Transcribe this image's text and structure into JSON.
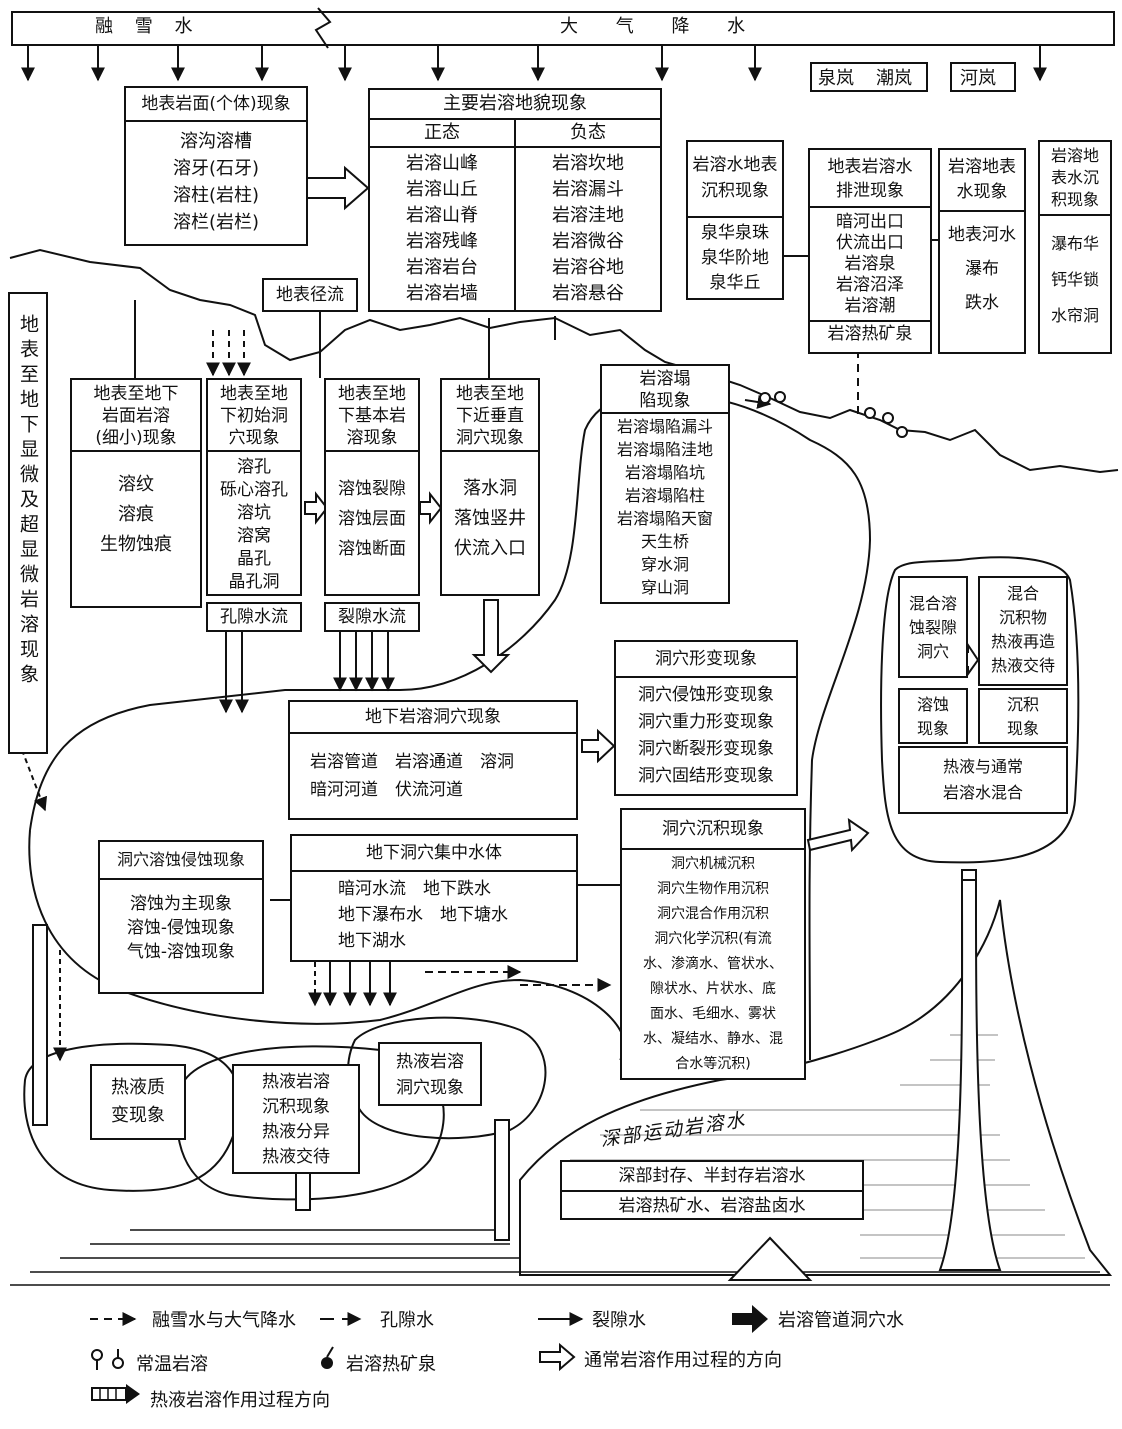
{
  "top_bar": {
    "left": "融 雪 水",
    "right": "大 气 降 水"
  },
  "tides": {
    "spring_tide": "泉岚",
    "tidal_tide": "潮岚",
    "river_tide": "河岚"
  },
  "surface_rock": {
    "title": "地表岩面(个体)现象",
    "items": [
      "溶沟溶槽",
      "溶牙(石牙)",
      "溶柱(岩柱)",
      "溶栏(岩栏)"
    ]
  },
  "landform": {
    "title": "主要岩溶地貌现象",
    "positive": {
      "title": "正态",
      "items": [
        "岩溶山峰",
        "岩溶山丘",
        "岩溶山脊",
        "岩溶残峰",
        "岩溶岩台",
        "岩溶岩墙"
      ]
    },
    "negative": {
      "title": "负态",
      "items": [
        "岩溶坎地",
        "岩溶漏斗",
        "岩溶洼地",
        "岩溶微谷",
        "岩溶谷地",
        "岩溶悬谷"
      ]
    }
  },
  "surface_sediment": {
    "title": "岩溶水地表\n沉积现象",
    "items": [
      "泉华泉珠",
      "泉华阶地",
      "泉华丘"
    ]
  },
  "drainage": {
    "title": "地表岩溶水\n排泄现象",
    "items": [
      "暗河出口",
      "伏流出口",
      "岩溶泉",
      "岩溶沼泽",
      "岩溶潮"
    ],
    "thermal": "岩溶热矿泉"
  },
  "surface_water": {
    "title": "岩溶地表\n水现象",
    "items": [
      "地表河水",
      "瀑布",
      "跌水"
    ]
  },
  "surface_water_sediment": {
    "title": "岩溶地\n表水沉\n积现象",
    "items": [
      "瀑布华",
      "钙华锁",
      "水帘洞"
    ]
  },
  "runoff": "地表径流",
  "vertical_label": "地表至地下显微及超显微岩溶现象",
  "micro": {
    "title": "地表至地下\n岩面岩溶\n(细小)现象",
    "items": [
      "溶纹",
      "溶痕",
      "生物蚀痕"
    ]
  },
  "initial": {
    "title": "地表至地\n下初始洞\n穴现象",
    "items": [
      "溶孔",
      "砾心溶孔",
      "溶坑",
      "溶窝",
      "晶孔",
      "晶孔洞"
    ]
  },
  "basic": {
    "title": "地表至地\n下基本岩\n溶现象",
    "items": [
      "溶蚀裂隙",
      "溶蚀层面",
      "溶蚀断面"
    ]
  },
  "vertical_cave": {
    "title": "地表至地\n下近垂直\n洞穴现象",
    "items": [
      "落水洞",
      "落蚀竖井",
      "伏流入口"
    ]
  },
  "collapse": {
    "title": "岩溶塌\n陷现象",
    "items": [
      "岩溶塌陷漏斗",
      "岩溶塌陷洼地",
      "岩溶塌陷坑",
      "岩溶塌陷柱",
      "岩溶塌陷天窗",
      "天生桥",
      "穿水洞",
      "穿山洞"
    ]
  },
  "pore_flow": "孔隙水流",
  "fissure_flow": "裂隙水流",
  "cave_deform": {
    "title": "洞穴形变现象",
    "items": [
      "洞穴侵蚀形变现象",
      "洞穴重力形变现象",
      "洞穴断裂形变现象",
      "洞穴固结形变现象"
    ]
  },
  "underground_cave": {
    "title": "地下岩溶洞穴现象",
    "line1": "岩溶管道　岩溶通道　溶洞",
    "line2": "暗河河道　伏流河道"
  },
  "cave_erosion": {
    "title": "洞穴溶蚀侵蚀现象",
    "items": [
      "溶蚀为主现象",
      "溶蚀-侵蚀现象",
      "气蚀-溶蚀现象"
    ]
  },
  "water_body": {
    "title": "地下洞穴集中水体",
    "line1": "暗河水流　地下跌水",
    "line2": "地下瀑布水　地下塘水",
    "line3": "地下湖水"
  },
  "cave_sediment": {
    "title": "洞穴沉积现象",
    "items": [
      "洞穴机械沉积",
      "洞穴生物作用沉积",
      "洞穴混合作用沉积",
      "洞穴化学沉积(有流",
      "水、渗滴水、管状水、",
      "隙状水、片状水、底",
      "面水、毛细水、雾状",
      "水、凝结水、静水、混",
      "合水等沉积)"
    ]
  },
  "mixed": {
    "left": "混合溶\n蚀裂隙\n洞穴",
    "right": "混合\n沉积物\n热液再造\n热液交待",
    "corrosion": "溶蚀\n现象",
    "deposit": "沉积\n现象",
    "bottom": "热液与通常\n岩溶水混合"
  },
  "hydro_meta": "热液质\n变现象",
  "hydro_sediment": "热液岩溶\n沉积现象\n热液分异\n热液交待",
  "hydro_cave": "热液岩溶\n洞穴现象",
  "deep_movement": "深部运动岩溶水",
  "deep_storage": {
    "line1": "深部封存、半封存岩溶水",
    "line2": "岩溶热矿水、岩溶盐卤水"
  },
  "legend": {
    "snow": "融雪水与大气降水",
    "pore": "孔隙水",
    "fissure": "裂隙水",
    "pipe": "岩溶管道洞穴水",
    "normal_spring": "常温岩溶",
    "thermal_spring": "岩溶热矿泉",
    "normal_dir": "通常岩溶作用过程的方向",
    "thermal_dir": "热液岩溶作用过程方向"
  }
}
